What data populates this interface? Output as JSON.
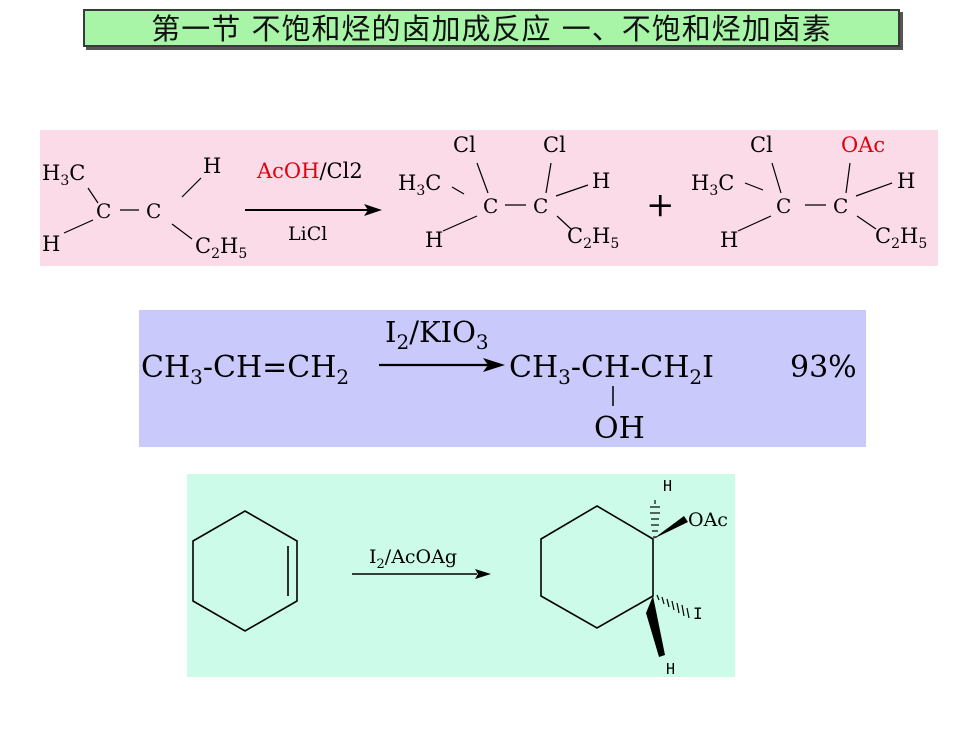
{
  "title": "第一节 不饱和烃的卤加成反应   一、不饱和烃加卤素",
  "reaction1": {
    "reactant": {
      "h3c": "H",
      "three": "3",
      "c_tail": "C",
      "c1": "C",
      "c2": "C",
      "h_top": "H",
      "h_left": "H",
      "c2h5": "C",
      "two": "2",
      "h5": "H",
      "five": "5"
    },
    "reagent_red": "AcOH",
    "reagent_black": "/Cl2",
    "reagent_below": "LiCl",
    "product1": {
      "cl1": "Cl",
      "cl2": "Cl",
      "h3c": "H",
      "three": "3",
      "c_tail": "C",
      "c1": "C",
      "c2": "C",
      "h_right": "H",
      "h_left": "H",
      "c2h5": "C",
      "two": "2",
      "h5": "H",
      "five": "5"
    },
    "plus": "+",
    "product2": {
      "cl": "Cl",
      "oac": "OAc",
      "h3c": "H",
      "three": "3",
      "c_tail": "C",
      "c1": "C",
      "c2": "C",
      "h_right": "H",
      "h_left": "H",
      "c2h5": "C",
      "two": "2",
      "h5": "H",
      "five": "5"
    }
  },
  "reaction2": {
    "reactant": {
      "ch": "CH",
      "three": "3",
      "rest": "-CH=CH",
      "two": "2"
    },
    "reagent": {
      "i": "I",
      "two": "2",
      "kio": "/KIO",
      "three": "3"
    },
    "product": {
      "ch": "CH",
      "three": "3",
      "mid": "-CH-CH",
      "two": "2",
      "i": "I"
    },
    "oh": "OH",
    "yield": "93%"
  },
  "reaction3": {
    "reagent": {
      "i": "I",
      "two": "2",
      "rest": "/AcOAg"
    },
    "h_top": "H",
    "oac": "OAc",
    "i_sub": "I",
    "h_bottom": "H"
  },
  "colors": {
    "title_bg": "#a8f5a8",
    "pink_panel": "#fcdbe9",
    "blue_panel": "#c9c9fb",
    "mint_panel": "#ccfbea",
    "red_text": "#e0000f"
  }
}
